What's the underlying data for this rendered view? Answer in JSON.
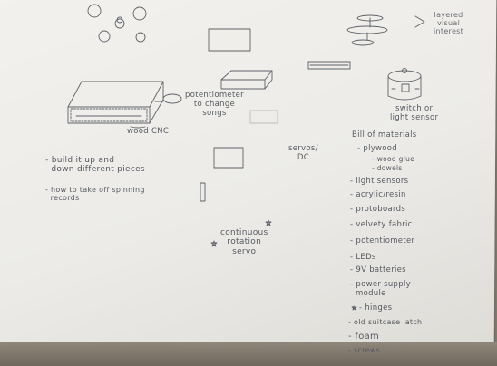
{
  "labels": {
    "layered_visual": "layered\nvisual\ninterest",
    "potentiometer": "potentiometer\nto change\nsongs",
    "wood_cnc": "wood CNC",
    "switch": "switch or\nlight sensor",
    "servos_dc": "servos/\nDC",
    "continuous": "continuous\nrotation\nservo"
  },
  "notes": [
    "- build it up and\n  down different pieces",
    "- how to take off spinning\n  records"
  ],
  "bom": {
    "title": "Bill of materials",
    "items": [
      "- plywood",
      "- wood glue",
      "- dowels",
      "- light sensors",
      "- acrylic/resin",
      "- protoboards",
      "- velvety fabric",
      "- potentiometer",
      "- LEDs",
      "- 9V batteries",
      "- power supply\n  module",
      "- hinges",
      "- old suitcase latch",
      "- foam",
      "- screws"
    ]
  }
}
